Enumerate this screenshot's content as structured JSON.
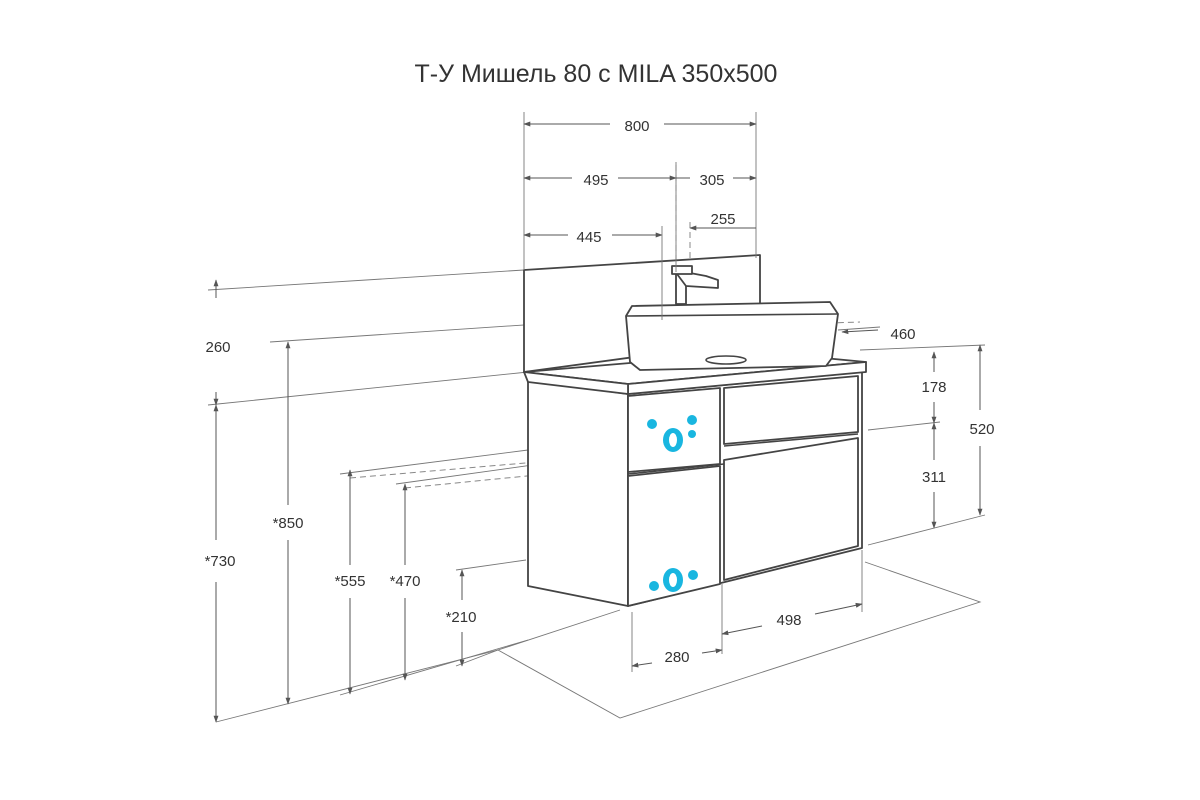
{
  "title": "Т-У Мишель 80 с MILA 350x500",
  "dimensions": {
    "d800": "800",
    "d495": "495",
    "d305": "305",
    "d445": "445",
    "d255": "255",
    "d460": "460",
    "d260": "260",
    "d178": "178",
    "d520": "520",
    "d311": "311",
    "d850": "*850",
    "d730": "*730",
    "d555": "*555",
    "d470": "*470",
    "d210": "*210",
    "d280": "280",
    "d498": "498"
  },
  "colors": {
    "accent_outlet": "#19b6e0",
    "line": "#444444"
  }
}
